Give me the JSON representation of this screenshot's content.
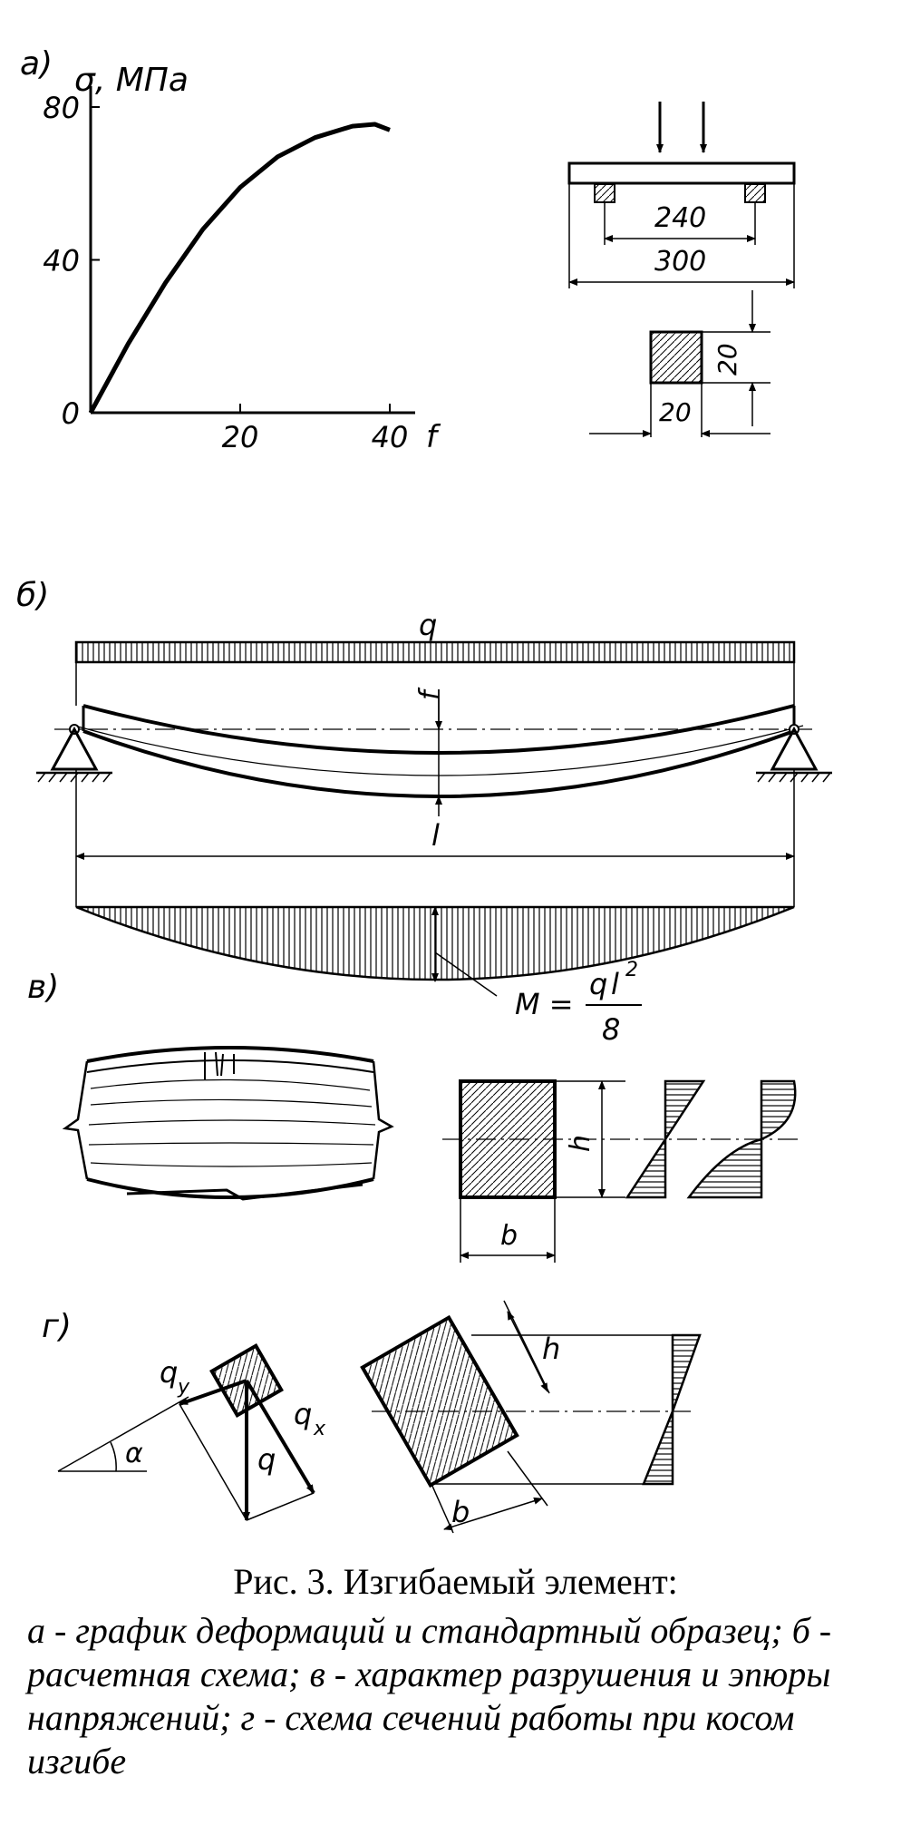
{
  "panel_a": {
    "label": "а)",
    "ylabel": "σ, МПа",
    "xlabel": "f",
    "yticks": [
      "0",
      "40",
      "80"
    ],
    "xticks": [
      "20",
      "40"
    ],
    "specimen": {
      "span_inner": "240",
      "span_outer": "300",
      "section_h": "20",
      "section_b": "20"
    }
  },
  "chart_data": {
    "type": "line",
    "title": "",
    "xlabel": "f",
    "ylabel": "σ, МПа",
    "xlim": [
      0,
      45
    ],
    "ylim": [
      0,
      85
    ],
    "xticks": [
      20,
      40
    ],
    "yticks": [
      0,
      40,
      80
    ],
    "grid": false,
    "series": [
      {
        "x": [
          0,
          5,
          10,
          15,
          20,
          25,
          30,
          35,
          38,
          40
        ],
        "y": [
          0,
          18,
          34,
          48,
          59,
          67,
          72,
          75,
          75.5,
          74
        ]
      }
    ]
  },
  "panel_b": {
    "label": "б)",
    "load": "q",
    "deflection": "f",
    "span": "l",
    "moment_lhs": "M =",
    "moment_num_q": "q",
    "moment_num_l": "l",
    "moment_num_exp": "2",
    "moment_den": "8"
  },
  "panel_v": {
    "label": "в)",
    "height": "h",
    "width": "b"
  },
  "panel_g": {
    "label": "г)",
    "q": "q",
    "qy": "q",
    "qy_sub": "y",
    "qx": "q",
    "qx_sub": "x",
    "angle": "α",
    "height": "h",
    "width": "b"
  },
  "caption": {
    "title": "Рис. 3. Изгибаемый элемент:",
    "body": "а - график деформаций и стандартный образец; б - расчетная схема; в - характер разрушения и эпюры напряжений; г - схема сечений работы при косом изгибе"
  }
}
